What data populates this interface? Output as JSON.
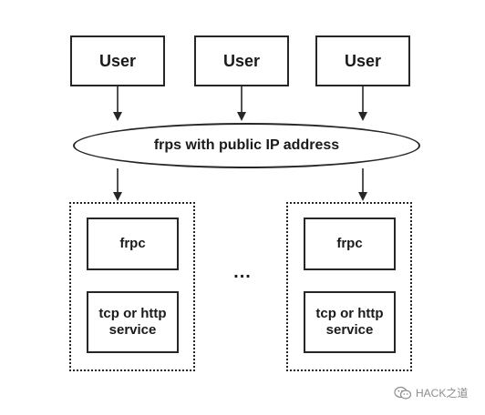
{
  "diagram": {
    "users": [
      {
        "label": "User"
      },
      {
        "label": "User"
      },
      {
        "label": "User"
      }
    ],
    "server": {
      "label": "frps with public IP address"
    },
    "clients": [
      {
        "frpc_label": "frpc",
        "service_label": "tcp or http service"
      },
      {
        "frpc_label": "frpc",
        "service_label": "tcp or http service"
      }
    ],
    "ellipsis": "...",
    "watermark": {
      "text": "HACK之道",
      "icon": "wechat-icon"
    },
    "colors": {
      "line": "#262626",
      "background": "#ffffff",
      "watermark": "#8c8c8c"
    }
  }
}
